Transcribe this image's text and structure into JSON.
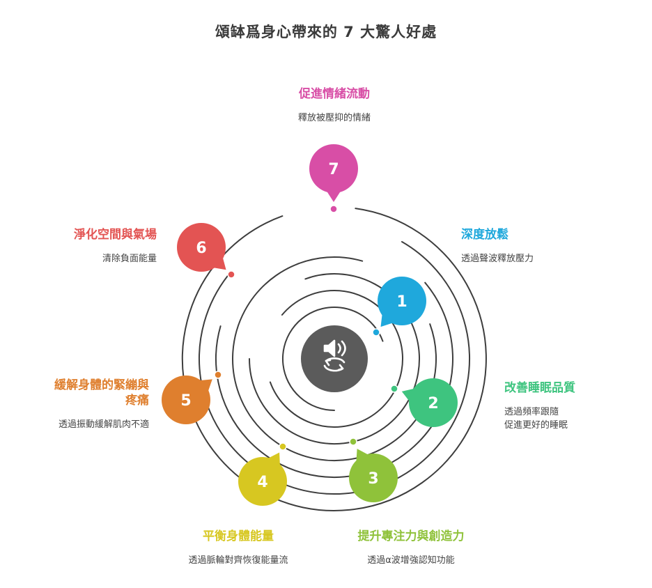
{
  "title": "頌缽爲身心帶來的 7 大驚人好處",
  "colors": {
    "ring": "#3d3d3d",
    "hub": "#5b5b5b",
    "b1": "#1fa8dc",
    "b2": "#3ec47f",
    "b3": "#8fc23a",
    "b4": "#d7c721",
    "b5": "#df7f2e",
    "b6": "#e35453",
    "b7": "#d84ea6"
  },
  "center_icon": "sound-cycle-icon",
  "benefits": [
    {
      "num": "1",
      "title": "深度放鬆",
      "desc": "透過聲波釋放壓力"
    },
    {
      "num": "2",
      "title": "改善睡眠品質",
      "desc": "透過頻率跟隨\n促進更好的睡眠"
    },
    {
      "num": "3",
      "title": "提升專注力與創造力",
      "desc": "透過α波增強認知功能"
    },
    {
      "num": "4",
      "title": "平衡身體能量",
      "desc": "透過脈輪對齊恢復能量流"
    },
    {
      "num": "5",
      "title": "緩解身體的緊繃與",
      "title2": "疼痛",
      "desc": "透過振動緩解肌肉不適"
    },
    {
      "num": "6",
      "title": "淨化空間與氣場",
      "desc": "清除負面能量"
    },
    {
      "num": "7",
      "title": "促進情緒流動",
      "desc": "釋放被壓抑的情緒"
    }
  ]
}
